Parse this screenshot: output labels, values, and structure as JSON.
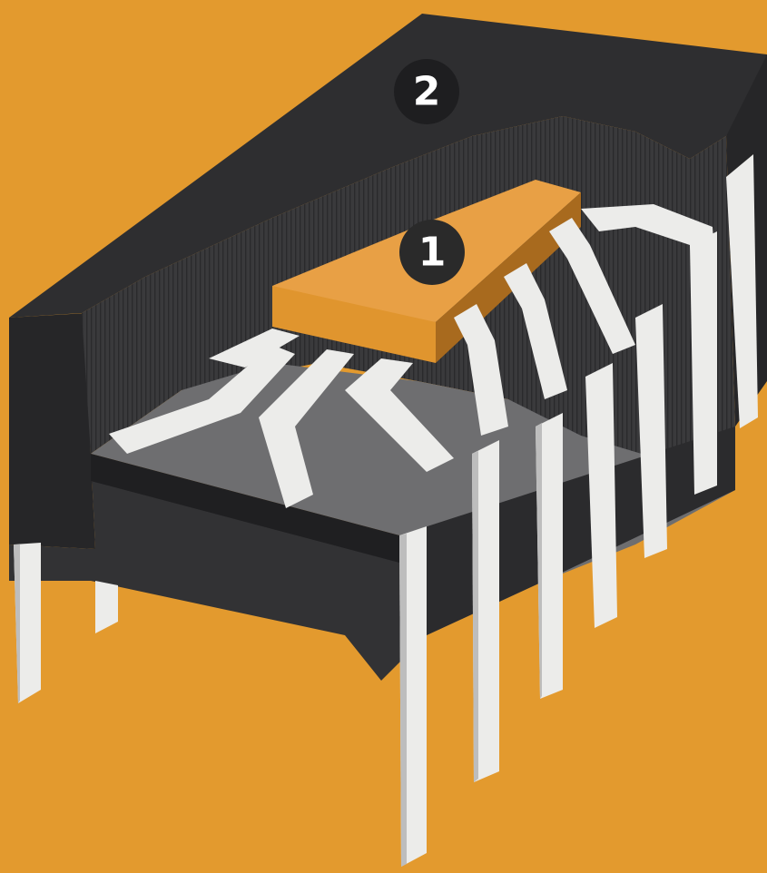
{
  "colors": {
    "background": "#E39A2E",
    "package_dark": "#2E2E30",
    "package_side": "#3A3A3C",
    "package_floor": "#6E6E70",
    "lead_frame": "#ECECEA",
    "lead_shadow": "#A8A8A8",
    "die_top": "#E8A045",
    "die_side": "#C47E24",
    "marker_fill": "#2A2A2A"
  },
  "markers": [
    {
      "label": "1",
      "icon": "die-callout"
    },
    {
      "label": "2",
      "icon": "encapsulant-callout"
    }
  ]
}
